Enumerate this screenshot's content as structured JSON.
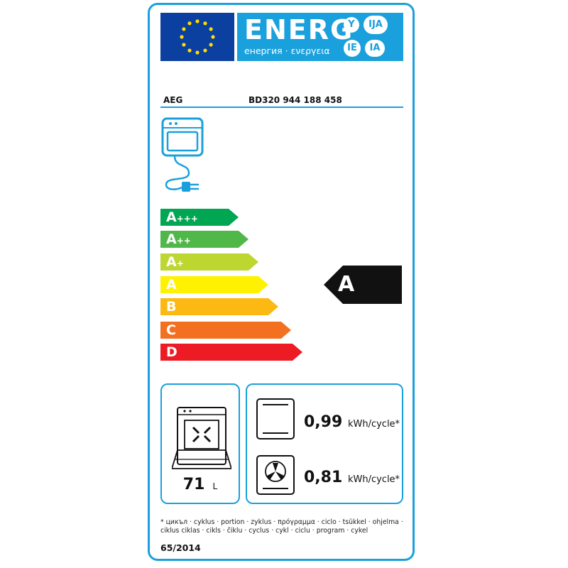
{
  "header": {
    "energy_word": "ENERG",
    "energy_subtitle": "енергия · ενεργεια",
    "lang_badges": [
      "Y",
      "IJA",
      "IE",
      "IA"
    ],
    "brand": "AEG",
    "model": "BD320  944 188 458"
  },
  "colors": {
    "frame": "#1aa0dc",
    "flag_blue": "#0b3fa0",
    "flag_star": "#ffdd00"
  },
  "scale": {
    "classes": [
      {
        "letter": "A",
        "plus": "+++",
        "color": "#00a651"
      },
      {
        "letter": "A",
        "plus": "++",
        "color": "#50b848"
      },
      {
        "letter": "A",
        "plus": "+",
        "color": "#bed630"
      },
      {
        "letter": "A",
        "plus": "",
        "color": "#fff200"
      },
      {
        "letter": "B",
        "plus": "",
        "color": "#fdb913"
      },
      {
        "letter": "C",
        "plus": "",
        "color": "#f37021"
      },
      {
        "letter": "D",
        "plus": "",
        "color": "#ed1c24"
      }
    ]
  },
  "rating": {
    "letter": "A"
  },
  "volume": {
    "value": "71",
    "unit": "L"
  },
  "consumption": {
    "conventional": {
      "value": "0,99",
      "unit": "kWh/cycle*"
    },
    "fan_forced": {
      "value": "0,81",
      "unit": "kWh/cycle*"
    }
  },
  "footnote": "* цикъл · cyklus · portion · zyklus · πρόγραμμα · ciclo · tsükkel · ohjelma · ciklus ciklas · cikls · čiklu · cyclus · cykl · ciclu · program · cykel",
  "regulation": "65/2014"
}
